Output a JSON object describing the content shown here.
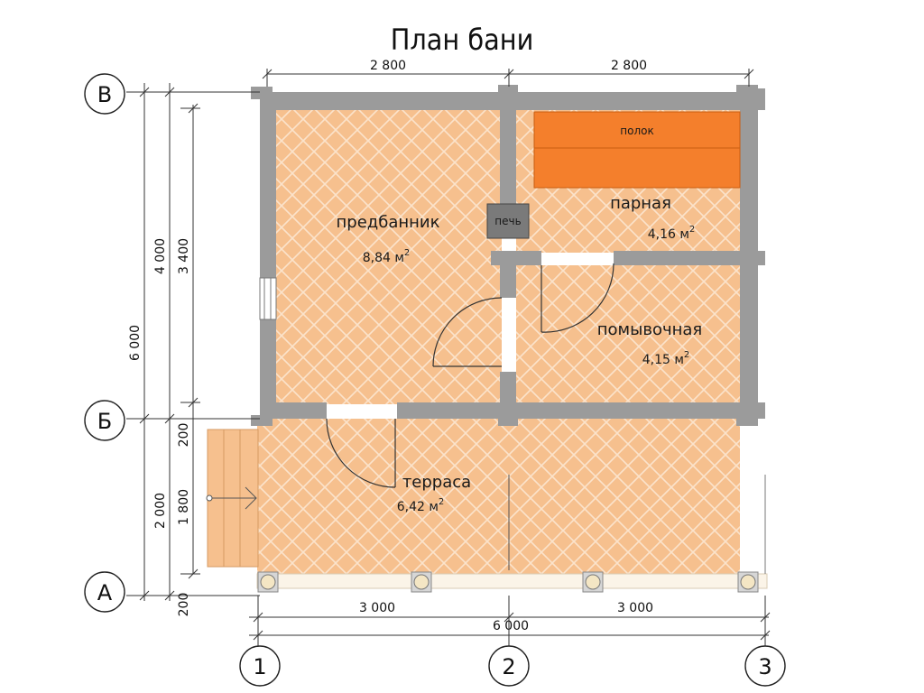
{
  "title": "План бани",
  "colors": {
    "floor": "#f6c08e",
    "floor_line": "#fbe1c6",
    "wall": "#9b9b9b",
    "bench": "#f47f2c",
    "stove": "#7a7a7a",
    "terrace_floor": "#f6c08e"
  },
  "axes": {
    "rows": [
      "В",
      "Б",
      "А"
    ],
    "cols": [
      "1",
      "2",
      "3"
    ]
  },
  "dimensions": {
    "top_left": "2 800",
    "top_right": "2 800",
    "bottom_left": "3 000",
    "bottom_right": "3 000",
    "bottom_total": "6 000",
    "left_total": "6 000",
    "left_upper": "4 000",
    "left_lower": "2 000",
    "left_inner_upper": "3 400",
    "left_inner_lower": "1 800",
    "left_small_top": "200",
    "left_small_bottom": "200"
  },
  "rooms": {
    "predbannik": {
      "name": "предбанник",
      "area": "8,84 м",
      "sup": "2"
    },
    "parnaya": {
      "name": "парная",
      "area": "4,16 м",
      "sup": "2"
    },
    "pomyvochnaya": {
      "name": "помывочная",
      "area": "4,15 м",
      "sup": "2"
    },
    "terrasa": {
      "name": "терраса",
      "area": "6,42 м",
      "sup": "2"
    }
  },
  "labels": {
    "bench": "полок",
    "stove": "печь"
  }
}
